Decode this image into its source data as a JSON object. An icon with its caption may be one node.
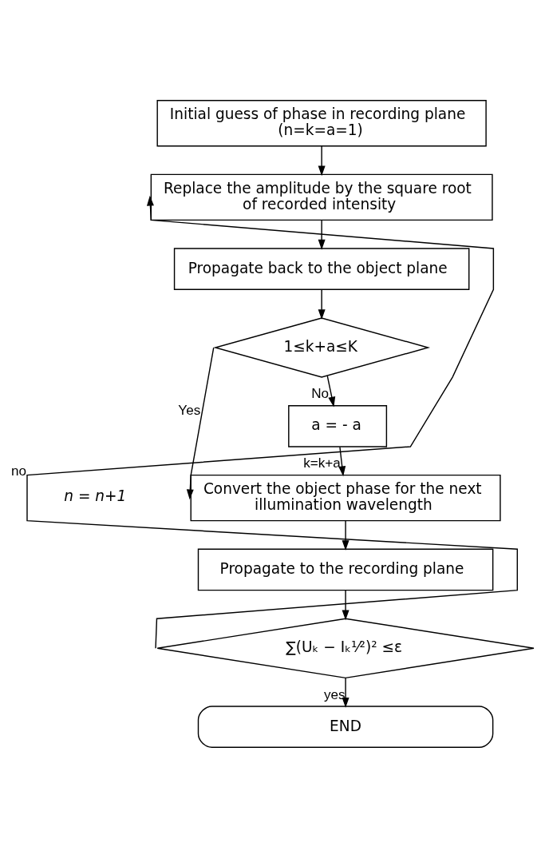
{
  "diagram": {
    "nodes": [
      {
        "text": [
          "Initial guess of phase in recording plane (n=k=a=1)"
        ]
      },
      {
        "text": [
          "Replace the amplitude by the square root of recorded intensity"
        ]
      },
      {
        "text": [
          "Propagate back to the object plane"
        ]
      },
      {
        "text": [
          "1≤k+a≤K"
        ]
      },
      {
        "text": [
          "a = - a"
        ]
      },
      {
        "text": [
          "Convert the object phase for the next illumination wavelength"
        ]
      },
      {
        "text": [
          "Propagate to the recording plane"
        ]
      },
      {
        "text": [
          "∑(Uₖ − Iₖ¹⁄²)² ≤ε"
        ]
      },
      {
        "text": [
          "END"
        ]
      }
    ],
    "edges": [
      {
        "from": 0,
        "to": 1,
        "arrow": "to"
      },
      {
        "from": 1,
        "to": 2,
        "arrow": "to"
      },
      {
        "from": 2,
        "to": 3,
        "arrow": "to"
      },
      {
        "from": 3,
        "to": 4,
        "arrow": "to",
        "label": "No"
      },
      {
        "from": 3,
        "to": 5,
        "arrow": "to",
        "label": "Yes"
      },
      {
        "from": 4,
        "to": 5,
        "arrow": "to",
        "label": "k=k+a"
      },
      {
        "from": 5,
        "to": 6,
        "arrow": "to"
      },
      {
        "from": 6,
        "to": 7,
        "arrow": "to"
      },
      {
        "from": 7,
        "to": 8,
        "arrow": "to",
        "label": "yes"
      },
      {
        "from": 7,
        "to": 1,
        "arrow": "to",
        "label": "no"
      }
    ],
    "labels": [
      "n = n+1"
    ]
  }
}
